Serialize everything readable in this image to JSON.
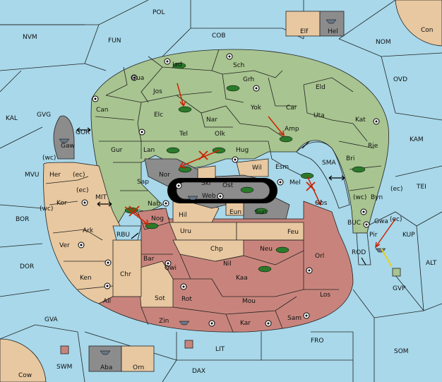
{
  "colors": {
    "sea": "#a8d8ea",
    "green": "#a8c490",
    "tan": "#e8c8a0",
    "red": "#c8847c",
    "gray": "#8c8c8c",
    "neutral_land": "#e8c8a0"
  },
  "sea_labels": {
    "POL": "POL",
    "NVM": "NVM",
    "FUN": "FUN",
    "COB": "COB",
    "NOM": "NOM",
    "Con": "Con",
    "OVD": "OVD",
    "KAL": "KAL",
    "GVG": "GVG",
    "KAM": "KAM",
    "GOR": "GOR",
    "MVU": "MVU",
    "TEI": "TEI",
    "SMA": "SMA",
    "MIT": "MIT",
    "BOR": "BOR",
    "RBU": "RBU",
    "BUC": "BUC",
    "KUP": "KUP",
    "ALT": "ALT",
    "DOR": "DOR",
    "ROD": "ROD",
    "GVP": "GVP",
    "GVA": "GVA",
    "FRO": "FRO",
    "SOM": "SOM",
    "LIT": "LIT",
    "SWM": "SWM",
    "DAX": "DAX",
    "Cow": "Cow",
    "Elf": "Elf",
    "Hel": "Hel",
    "Aba": "Aba",
    "Orn": "Orn"
  },
  "land_labels": {
    "Jad": "Jad",
    "Sch": "Sch",
    "Qua": "Qua",
    "Grh": "Grh",
    "Jos": "Jos",
    "Eld": "Eld",
    "Can": "Can",
    "Yok": "Yok",
    "Car": "Car",
    "Elc": "Elc",
    "Nar": "Nar",
    "Uta": "Uta",
    "Kat": "Kat",
    "Tel": "Tel",
    "Olk": "Olk",
    "Amp": "Amp",
    "Gaw": "Gaw",
    "Gur": "Gur",
    "Lan": "Lan",
    "Hug": "Hug",
    "Rie": "Rie",
    "Bri": "Bri",
    "Her": "Her",
    "ec1": "(ec)",
    "wc1": "(wc)",
    "Wil": "Wil",
    "Esm": "Esm",
    "Nor": "Nor",
    "Skr": "Skr",
    "Sap": "Sap",
    "Ost": "Ost",
    "Mel": "Mel",
    "Web": "Web",
    "Kor": "Kor",
    "ec2": "(ec)",
    "wc2": "(wc)",
    "Byn": "Byn",
    "ec3": "(ec)",
    "Nab": "Nab",
    "Obs": "Obs",
    "wc3": "(wc)",
    "Eun": "Eun",
    "Sun": "Sun",
    "Hil": "Hil",
    "Nog": "Nog",
    "Gwa": "Gwa",
    "ec4": "(ec)",
    "Ark": "Ark",
    "Uru": "Uru",
    "Feu": "Feu",
    "Pir": "Pir",
    "Ver": "Ver",
    "Chp": "Chp",
    "Neu": "Neu",
    "Orl": "Orl",
    "Bar": "Bar",
    "Qwi": "Qwi",
    "Nil": "Nil",
    "Ken": "Ken",
    "Chr": "Chr",
    "Kaa": "Kaa",
    "Ail": "Ail",
    "Sot": "Sot",
    "Rot": "Rot",
    "Mou": "Mou",
    "Los": "Los",
    "Zin": "Zin",
    "Kar": "Kar",
    "Sam": "Sam"
  }
}
